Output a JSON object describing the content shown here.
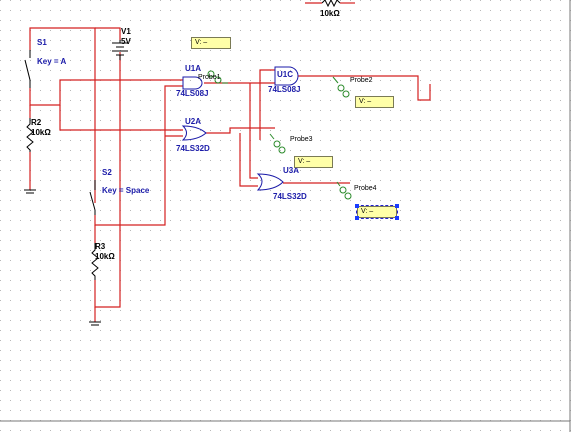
{
  "components": {
    "v1": {
      "ref": "V1",
      "value": "5V"
    },
    "s1": {
      "ref": "S1",
      "key": "Key = A"
    },
    "s2": {
      "ref": "S2",
      "key": "Key = Space"
    },
    "r2": {
      "ref": "R2",
      "value": "10kΩ"
    },
    "r3": {
      "ref": "R3",
      "value": "10kΩ"
    },
    "r_top": {
      "value": "10kΩ"
    },
    "u1a": {
      "ref": "U1A",
      "part": "74LS08J"
    },
    "u1c": {
      "ref": "U1C",
      "part": "74LS08J"
    },
    "u2a": {
      "ref": "U2A",
      "part": "74LS32D"
    },
    "u3a": {
      "ref": "U3A",
      "part": "74LS32D"
    }
  },
  "probes": [
    {
      "name": "Probe1",
      "readout": "V: –"
    },
    {
      "name": "Probe2",
      "readout": "V: –"
    },
    {
      "name": "Probe3",
      "readout": "V: –"
    },
    {
      "name": "Probe4",
      "readout": "V: –"
    }
  ],
  "colors": {
    "wire": "#d42020",
    "component": "#1a1aa8",
    "label": "#1a1aa8",
    "probe": "#2a8a2a",
    "readout_bg": "#ffffa8",
    "grid_dot": "#b8b8b8"
  }
}
